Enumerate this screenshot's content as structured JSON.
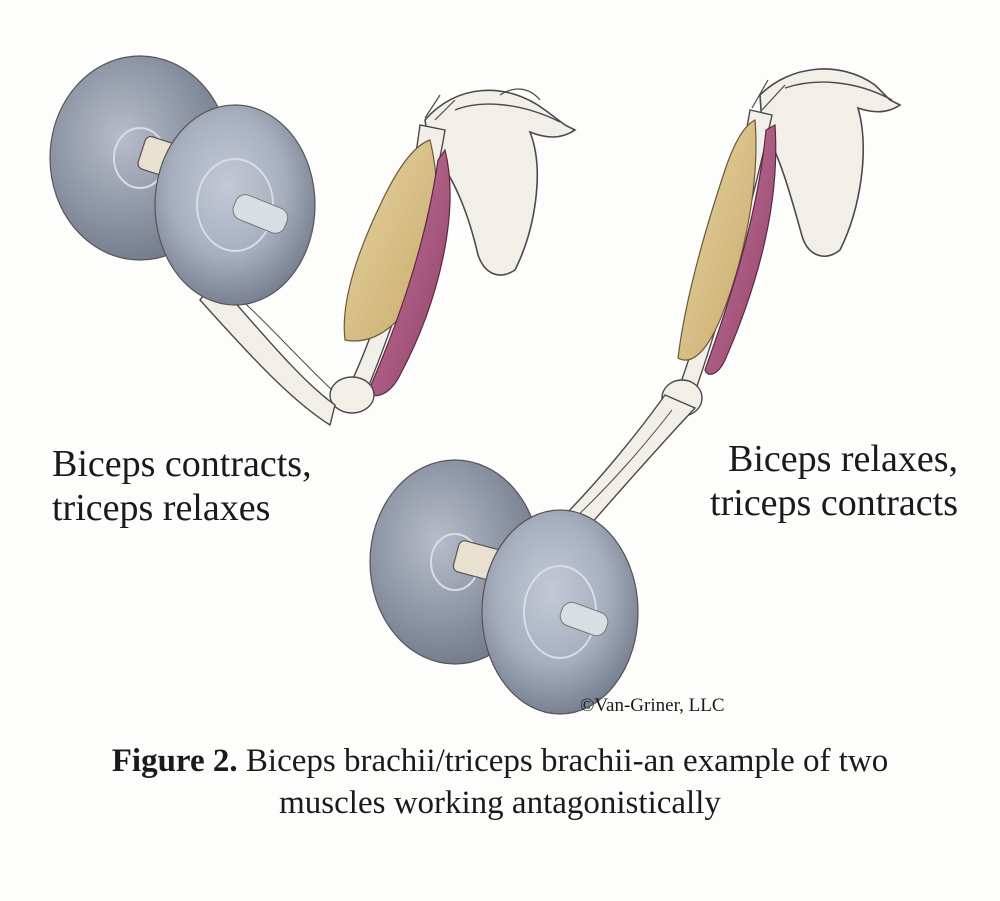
{
  "figure": {
    "label_left": [
      "Biceps contracts,",
      "triceps relaxes"
    ],
    "label_right": [
      "Biceps relaxes,",
      "triceps contracts"
    ],
    "copyright": "©Van-Griner, LLC",
    "caption_bold": "Figure 2.",
    "caption_line1": " Biceps brachii/triceps brachii-an example of two",
    "caption_line2": "muscles working antagonistically"
  },
  "colors": {
    "biceps": "#d8c08a",
    "triceps": "#a8577e",
    "bone": "#f2efe8",
    "outline": "#4a4a4a",
    "weight": "#9aa3b3"
  },
  "icons": [
    "dumbbell-icon",
    "arm-icon"
  ]
}
